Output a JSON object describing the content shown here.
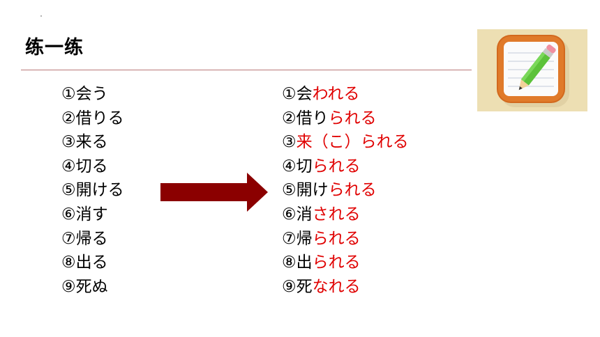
{
  "title": "练一练",
  "left_list": [
    {
      "num": "①",
      "text": "会う"
    },
    {
      "num": "②",
      "text": "借りる"
    },
    {
      "num": "③",
      "text": "来る"
    },
    {
      "num": "④",
      "text": "切る"
    },
    {
      "num": "⑤",
      "text": "開ける"
    },
    {
      "num": "⑥",
      "text": "消す"
    },
    {
      "num": "⑦",
      "text": "帰る"
    },
    {
      "num": "⑧",
      "text": "出る"
    },
    {
      "num": "⑨",
      "text": "死ぬ"
    }
  ],
  "right_list": [
    {
      "num": "①",
      "stem": "会",
      "suffix": "われる"
    },
    {
      "num": "②",
      "stem": "借り",
      "suffix": "られる"
    },
    {
      "num": "③",
      "stem": "",
      "suffix": "来（こ）られる"
    },
    {
      "num": "④",
      "stem": "切",
      "suffix": "られる"
    },
    {
      "num": "⑤",
      "stem": "開け",
      "suffix": "られる"
    },
    {
      "num": "⑥",
      "stem": "消",
      "suffix": "される"
    },
    {
      "num": "⑦",
      "stem": "帰",
      "suffix": "られる"
    },
    {
      "num": "⑧",
      "stem": "出",
      "suffix": "られる"
    },
    {
      "num": "⑨",
      "stem": "死",
      "suffix": "なれる"
    }
  ],
  "colors": {
    "accent_red": "#e00000",
    "arrow": "#8b0000",
    "rule": "#b87878",
    "icon_tile": "#eddfb3"
  },
  "icons": {
    "arrow": "right-arrow-icon",
    "notepad": "notepad-pencil-icon"
  }
}
